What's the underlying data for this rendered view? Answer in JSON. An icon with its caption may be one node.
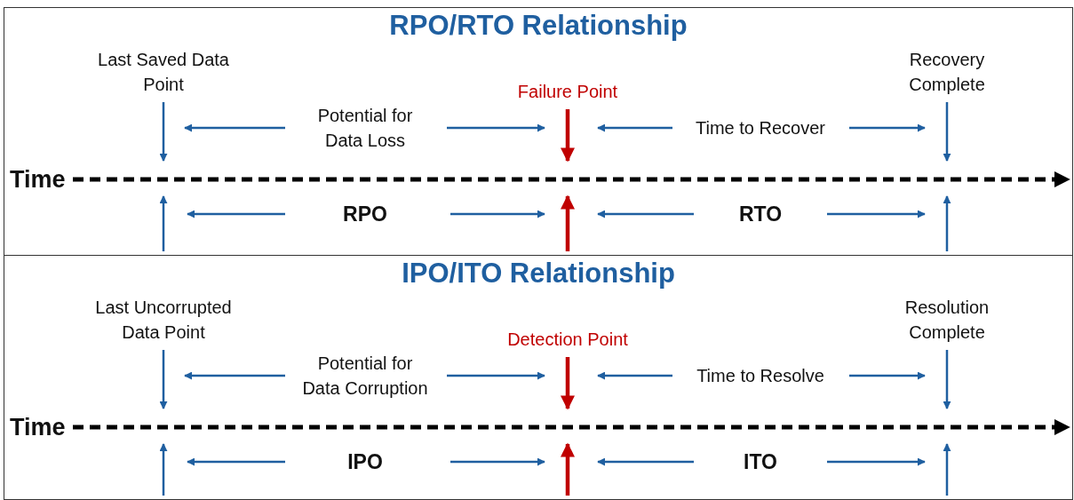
{
  "diagram": {
    "nodes": [
      {
        "text": [
          "RPO/RTO Relationship"
        ]
      },
      {
        "text": [
          "Last Saved Data Point"
        ],
        "in": 0
      },
      {
        "text": [
          "Failure Point"
        ],
        "in": 0
      },
      {
        "text": [
          "Recovery Complete"
        ],
        "in": 0
      },
      {
        "text": [
          "Time"
        ],
        "in": 0
      },
      {
        "text": [
          "IPO/ITO Relationship"
        ]
      },
      {
        "text": [
          "Last Uncorrupted Data Point"
        ],
        "in": 5
      },
      {
        "text": [
          "Detection Point"
        ],
        "in": 5
      },
      {
        "text": [
          "Resolution Complete"
        ],
        "in": 5
      },
      {
        "text": [
          "Time"
        ],
        "in": 5
      }
    ],
    "edges": [
      {
        "from": 1,
        "to": null,
        "arrow": "to"
      },
      {
        "from": 2,
        "to": null,
        "arrow": "to",
        "color": "#c00000",
        "style": "thick"
      },
      {
        "from": 3,
        "to": null,
        "arrow": "to"
      },
      {
        "from": 4,
        "to": null,
        "arrow": "to",
        "style": "dashed",
        "color": "#000000"
      },
      {
        "from": 6,
        "to": null,
        "arrow": "to"
      },
      {
        "from": 7,
        "to": null,
        "arrow": "to",
        "color": "#c00000",
        "style": "thick"
      },
      {
        "from": 8,
        "to": null,
        "arrow": "to"
      },
      {
        "from": 9,
        "to": null,
        "arrow": "to",
        "style": "dashed",
        "color": "#000000"
      }
    ],
    "labels": [
      "Potential for Data Loss",
      "Time to Recover",
      "RPO",
      "RTO",
      "Potential for Data Corruption",
      "Time to Resolve",
      "IPO",
      "ITO"
    ]
  }
}
